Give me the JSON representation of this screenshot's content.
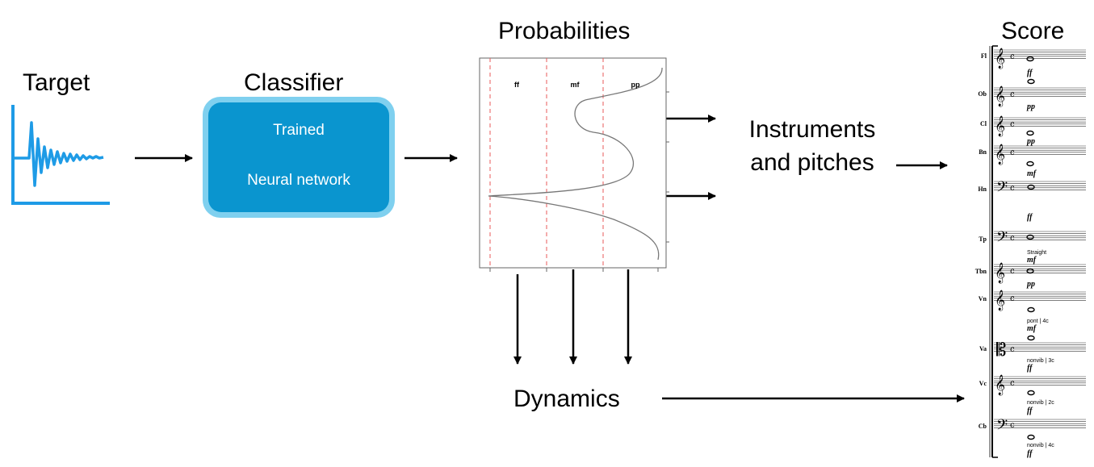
{
  "labels": {
    "target": "Target",
    "classifier": "Classifier",
    "probabilities": "Probabilities",
    "score": "Score",
    "instruments_and_pitches": "Instruments and pitches",
    "dynamics": "Dynamics"
  },
  "classifier_box": {
    "line1": "Trained",
    "line2": "Neural network",
    "fill": "#0a95cf",
    "border": "#7fd0ef"
  },
  "probability_plot": {
    "columns": [
      "ff",
      "mf",
      "pp"
    ]
  },
  "score": {
    "instruments": [
      "Fl",
      "Ob",
      "Cl",
      "Bn",
      "Hn",
      "Tp",
      "Tbn",
      "Vn",
      "Va",
      "Vc",
      "Cb"
    ],
    "dynamics": [
      "ff",
      "pp",
      "pp",
      "mf",
      "ff",
      "mf",
      "pp",
      "mf",
      "ff",
      "ff",
      "ff"
    ],
    "notes": [
      "Straight",
      "pont | 4c",
      "nonvib | 3c",
      "nonvib | 2c",
      "nonvib | 4c"
    ]
  },
  "colors": {
    "target_icon": "#1e9be6",
    "arrows": "#000000",
    "plot_dashes": "#e85a5a"
  }
}
